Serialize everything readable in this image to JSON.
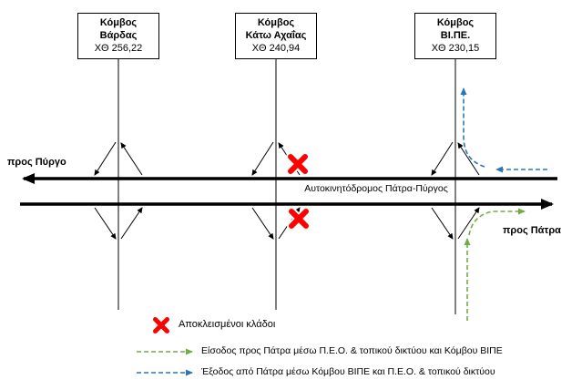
{
  "diagram": {
    "road_label": "Αυτοκινητόδρομος Πάτρα-Πύργος",
    "direction_left_label": "προς Πύργο",
    "direction_right_label": "προς Πάτρα",
    "junctions": [
      {
        "label": "Κόμβος",
        "name": "Βάρδας",
        "chainage": "ΧΘ 256,22"
      },
      {
        "label": "Κόμβος",
        "name": "Κάτω Αχαΐας",
        "chainage": "ΧΘ 240,94"
      },
      {
        "label": "Κόμβος",
        "name": "ΒΙ.ΠΕ.",
        "chainage": "ΧΘ 230,15"
      }
    ],
    "colors": {
      "closed_red": "#ff0000",
      "entry_green": "#70ad47",
      "exit_blue": "#2e75b6",
      "road_black": "#000000"
    },
    "legend": [
      {
        "icon": "closed-cross-icon",
        "label": "Αποκλεισμένοι κλάδοι"
      },
      {
        "icon": "green-dashed-arrow-icon",
        "label": "Είσοδος προς Πάτρα μέσω Π.Ε.Ο. & τοπικού δικτύου και Κόμβου ΒΙΠΕ"
      },
      {
        "icon": "blue-dashed-arrow-icon",
        "label": "Έξοδος από Πάτρα μέσω Κόμβου ΒΙΠΕ και Π.Ε.Ο. & τοπικού δικτύου"
      }
    ]
  }
}
